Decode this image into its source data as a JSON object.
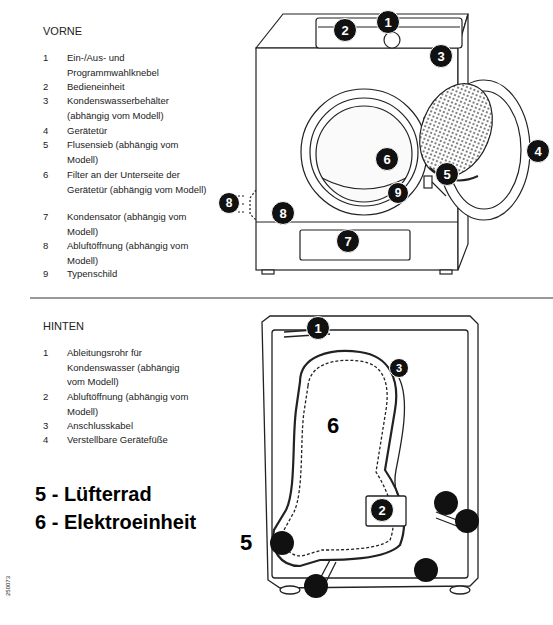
{
  "diagram": {
    "nodes": [
      {
        "text": [
          "2"
        ]
      },
      {
        "text": [
          "1"
        ]
      },
      {
        "text": [
          "3"
        ]
      },
      {
        "text": [
          "6"
        ]
      },
      {
        "text": [
          "4"
        ]
      },
      {
        "text": [
          "5"
        ]
      },
      {
        "text": [
          "9"
        ]
      },
      {
        "text": [
          "8"
        ]
      },
      {
        "text": [
          "8"
        ]
      },
      {
        "text": [
          "7"
        ]
      },
      {
        "text": [
          "1"
        ]
      },
      {
        "text": [
          "3"
        ]
      },
      {
        "text": [
          "2"
        ]
      }
    ],
    "labels": [
      "VORNE",
      "1",
      "Ein-/Aus- und Programmwahlknebel",
      "2",
      "Bedieneinheit",
      "3",
      "Kondenswasserbehälter (abhängig vom Modell)",
      "4",
      "Gerätetür",
      "5",
      "Flusensieb (abhängig vom Modell)",
      "6",
      "Filter an der Unterseite der Gerätetür (abhängig vom Modell)",
      "7",
      "Kondensator (abhängig vom Modell)",
      "8",
      "Abluftöffnung (abhängig vom Modell)",
      "9",
      "Typenschild",
      "HINTEN",
      "1",
      "Ableitungsrohr für Kondenswasser (abhängig vom Modell)",
      "2",
      "Abluftöffnung (abhängig vom Modell)",
      "3",
      "Anschlusskabel",
      "4",
      "Verstellbare Gerätefüße",
      "6",
      "5 - Lüfterrad",
      "6 - Elektroeinheit",
      "5",
      "250073"
    ]
  }
}
